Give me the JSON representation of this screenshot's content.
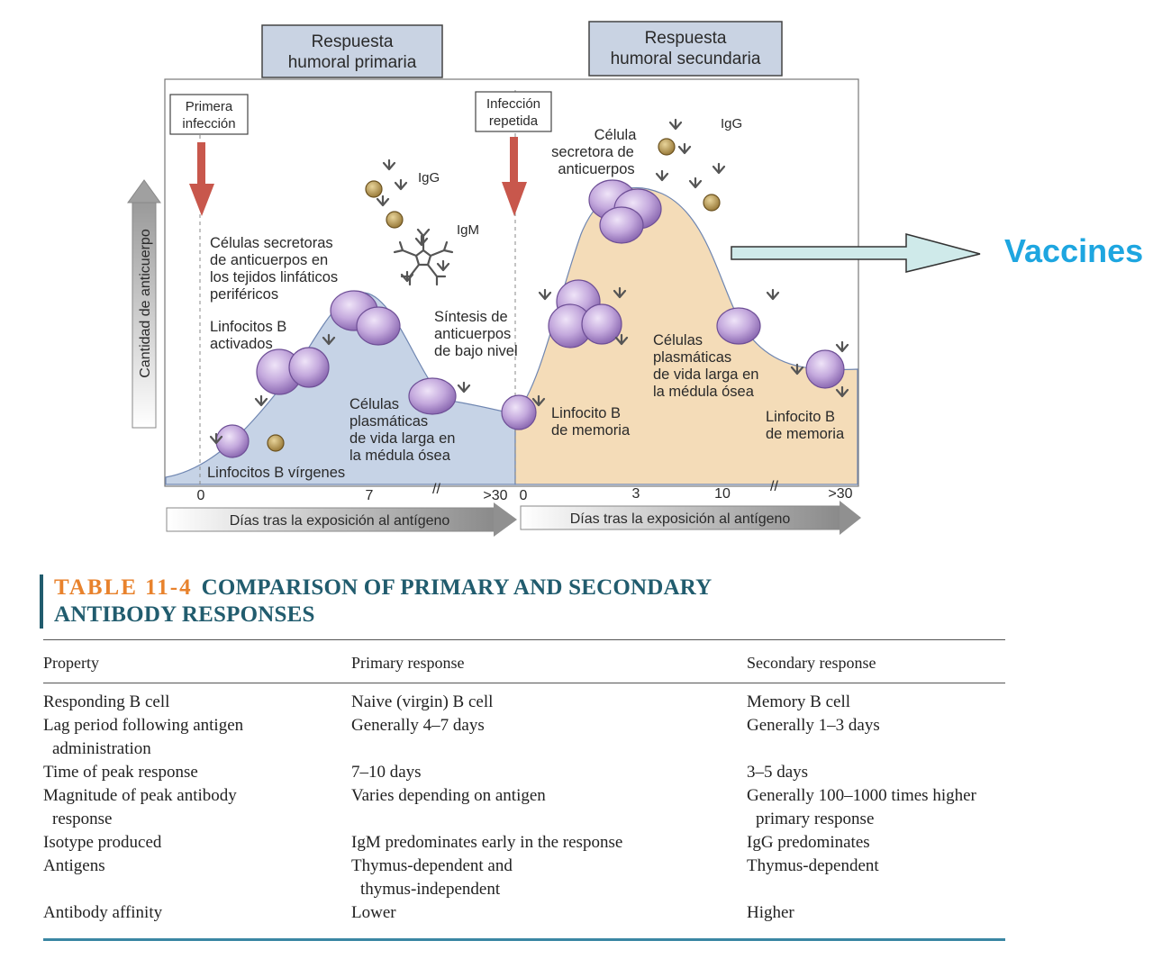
{
  "figure": {
    "primary_title_line1": "Respuesta",
    "primary_title_line2": "humoral primaria",
    "secondary_title_line1": "Respuesta",
    "secondary_title_line2": "humoral secundaria",
    "first_infection_line1": "Primera",
    "first_infection_line2": "infección",
    "repeat_infection_line1": "Infección",
    "repeat_infection_line2": "repetida",
    "y_axis_label": "Cantidad de anticuerpo",
    "x_axis_label_primary": "Días tras la exposición al antígeno",
    "x_axis_label_secondary": "Días tras la exposición al antígeno",
    "x_ticks_primary": [
      "0",
      "7",
      ">30"
    ],
    "x_ticks_secondary": [
      "0",
      "3",
      "10",
      ">30"
    ],
    "labels": {
      "secretoras_1": "Células secretoras",
      "secretoras_2": "de anticuerpos en",
      "secretoras_3": "los tejidos linfáticos",
      "secretoras_4": "periféricos",
      "activados_1": "Linfocitos B",
      "activados_2": "activados",
      "sintesis_1": "Síntesis de",
      "sintesis_2": "anticuerpos",
      "sintesis_3": "de bajo nivel",
      "plasma_p_1": "Células",
      "plasma_p_2": "plasmáticas",
      "plasma_p_3": "de vida larga en",
      "plasma_p_4": "la médula ósea",
      "virgenes": "Linfocitos B vírgenes",
      "secretora_1": "Célula",
      "secretora_2": "secretora de",
      "secretora_3": "anticuerpos",
      "plasma_s_1": "Células",
      "plasma_s_2": "plasmáticas",
      "plasma_s_3": "de vida larga en",
      "plasma_s_4": "la médula ósea",
      "memoria1_1": "Linfocito B",
      "memoria1_2": "de memoria",
      "memoria2_1": "Linfocito B",
      "memoria2_2": "de memoria",
      "igg_1": "IgG",
      "igm": "IgM",
      "igg_2": "IgG"
    },
    "colors": {
      "primary_fill": "#c6d3e6",
      "secondary_fill": "#f4dcb8",
      "title_box": "#c9d3e3",
      "arrow_red": "#c8574c",
      "cell_purple": "#b69bd1",
      "vaccines_arrow": "#cfeaea"
    }
  },
  "vaccines_label": "Vaccines",
  "table": {
    "number": "TABLE 11-4",
    "title_line1": "COMPARISON OF PRIMARY AND SECONDARY",
    "title_line2": "ANTIBODY RESPONSES",
    "headers": [
      "Property",
      "Primary response",
      "Secondary response"
    ],
    "rows": [
      {
        "property": [
          "Responding B cell"
        ],
        "primary": [
          "Naive (virgin) B cell"
        ],
        "secondary": [
          "Memory B cell"
        ]
      },
      {
        "property": [
          "Lag period following antigen",
          "administration"
        ],
        "primary": [
          "Generally 4–7 days"
        ],
        "secondary": [
          "Generally 1–3 days"
        ]
      },
      {
        "property": [
          "Time of peak response"
        ],
        "primary": [
          "7–10 days"
        ],
        "secondary": [
          "3–5 days"
        ]
      },
      {
        "property": [
          "Magnitude of peak antibody",
          "response"
        ],
        "primary": [
          "Varies depending on antigen"
        ],
        "secondary": [
          "Generally 100–1000 times higher",
          "primary response"
        ]
      },
      {
        "property": [
          "Isotype produced"
        ],
        "primary": [
          "IgM predominates early in the response"
        ],
        "secondary": [
          "IgG predominates"
        ]
      },
      {
        "property": [
          "Antigens"
        ],
        "primary": [
          "Thymus-dependent and",
          "thymus-independent"
        ],
        "secondary": [
          "Thymus-dependent"
        ]
      },
      {
        "property": [
          "Antibody affinity"
        ],
        "primary": [
          "Lower"
        ],
        "secondary": [
          "Higher"
        ]
      }
    ]
  }
}
